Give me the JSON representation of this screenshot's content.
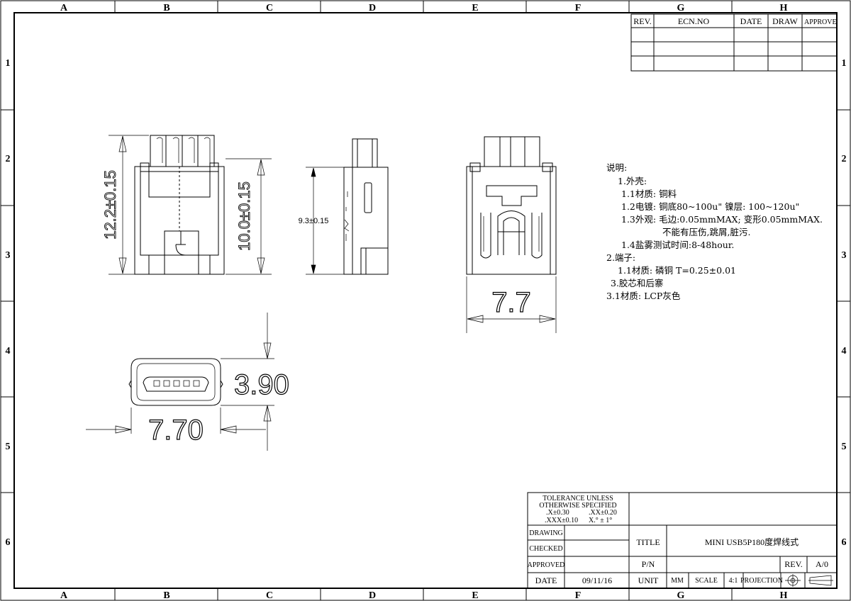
{
  "zone_columns": [
    "A",
    "B",
    "C",
    "D",
    "E",
    "F",
    "G",
    "H"
  ],
  "zone_rows": [
    "1",
    "2",
    "3",
    "4",
    "5",
    "6"
  ],
  "revision_table": {
    "headers": [
      "REV.",
      "ECN.NO",
      "DATE",
      "DRAW",
      "APPROVE"
    ]
  },
  "dimensions": {
    "front_height_outer": "12.2±0.15",
    "front_height_inner": "10.0±0.15",
    "side_height": "9.3±0.15",
    "width_view_top": "7.7",
    "face_height": "3.90",
    "face_width": "7.70"
  },
  "notes": {
    "title": "说明:",
    "lines": [
      "1.外壳:",
      "1.1材质: 铜料",
      "1.2电镀: 铜底80~100u\" 镍层: 100~120u\"",
      "1.3外观: 毛边:0.05mmMAX; 变形0.05mmMAX.",
      "不能有压伤,跳屑,脏污.",
      "1.4盐雾测试时间:8-48hour.",
      "2.端子:",
      "1.1材质: 磷铜 T=0.25±0.01",
      "3.胶芯和后寨",
      "3.1材质: LCP灰色"
    ]
  },
  "title_block": {
    "tolerance": {
      "line1": "TOLERANCE UNLESS",
      "line2": "OTHERWISE SPECIFIED",
      "x1": ".X±0.30",
      "x2": ".XX±0.20",
      "x3": ".XXX±0.10",
      "angle": "X.° ± 1°"
    },
    "drawing_label": "DRAWING",
    "checked_label": "CHECKED",
    "approved_label": "APPROVED",
    "date_label": "DATE",
    "date_value": "09/11/16",
    "title_label": "TITLE",
    "title_value": "MINI USB5P180度焊线式",
    "pn_label": "P/N",
    "rev_label": "REV.",
    "rev_value": "A/0",
    "unit_label": "UNIT",
    "unit_value": "MM",
    "scale_label": "SCALE",
    "scale_value": "4:1",
    "projection_label": "PROJECTION"
  }
}
